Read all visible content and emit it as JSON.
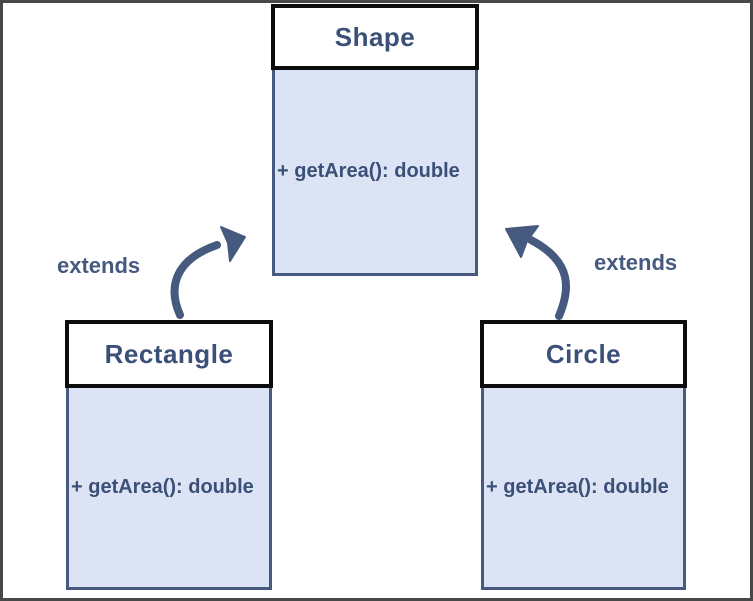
{
  "diagram": {
    "type": "uml-class-diagram",
    "classes": [
      {
        "name": "Shape",
        "members": [
          "+ getArea(): double"
        ]
      },
      {
        "name": "Rectangle",
        "members": [
          "+ getArea(): double"
        ]
      },
      {
        "name": "Circle",
        "members": [
          "+ getArea(): double"
        ]
      }
    ],
    "relations": [
      {
        "from": "Rectangle",
        "to": "Shape",
        "label": "extends"
      },
      {
        "from": "Circle",
        "to": "Shape",
        "label": "extends"
      }
    ],
    "colors": {
      "accent": "#46597e",
      "text": "#3b5078",
      "class_fill": "#dce3f4",
      "header_fill": "#ffffff",
      "header_border": "#0d0d0d",
      "frame": "#484848",
      "background": "#ffffff"
    }
  }
}
